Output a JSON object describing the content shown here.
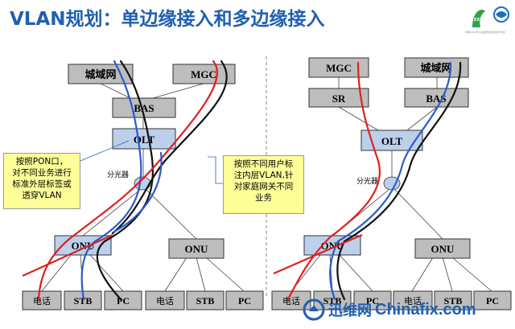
{
  "title": "VLAN规划：单边缘接入和多边缘接入",
  "colors": {
    "title": "#1f5fb0",
    "box_gray": "#bdbdbd",
    "box_blue": "#bcd0ec",
    "note_bg": "#ffff99",
    "line_red": "#e02020",
    "line_blue": "#2a5cc8",
    "line_black": "#111111"
  },
  "logo": {
    "name": "expo-2010-logo",
    "caption": "中国2010年上海世博会全球合作伙伴"
  },
  "left": {
    "metro": "城域网",
    "mgc": "MGC",
    "bas": "BAS",
    "olt": "OLT",
    "splitter": "分光器",
    "onu1": "ONU",
    "onu2": "ONU",
    "leaves": [
      "电话",
      "STB",
      "PC",
      "电话",
      "STB",
      "PC"
    ]
  },
  "right": {
    "mgc": "MGC",
    "metro": "城域网",
    "sr": "SR",
    "bas": "BAS",
    "olt": "OLT",
    "splitter": "分光器",
    "onu1": "ONU",
    "onu2": "ONU",
    "leaves": [
      "电话",
      "STB",
      "PC",
      "电话",
      "STB",
      "PC"
    ]
  },
  "note1": [
    "按照PON口，",
    "对不同业务进行",
    "标准外层标签或",
    "透穿VLAN"
  ],
  "note2": [
    "按照不同用户标",
    "注内层VLAN,针",
    "对家庭网关不同",
    "业务"
  ],
  "watermark": {
    "cn": "迅维网",
    "en": "Chinafix.com"
  }
}
